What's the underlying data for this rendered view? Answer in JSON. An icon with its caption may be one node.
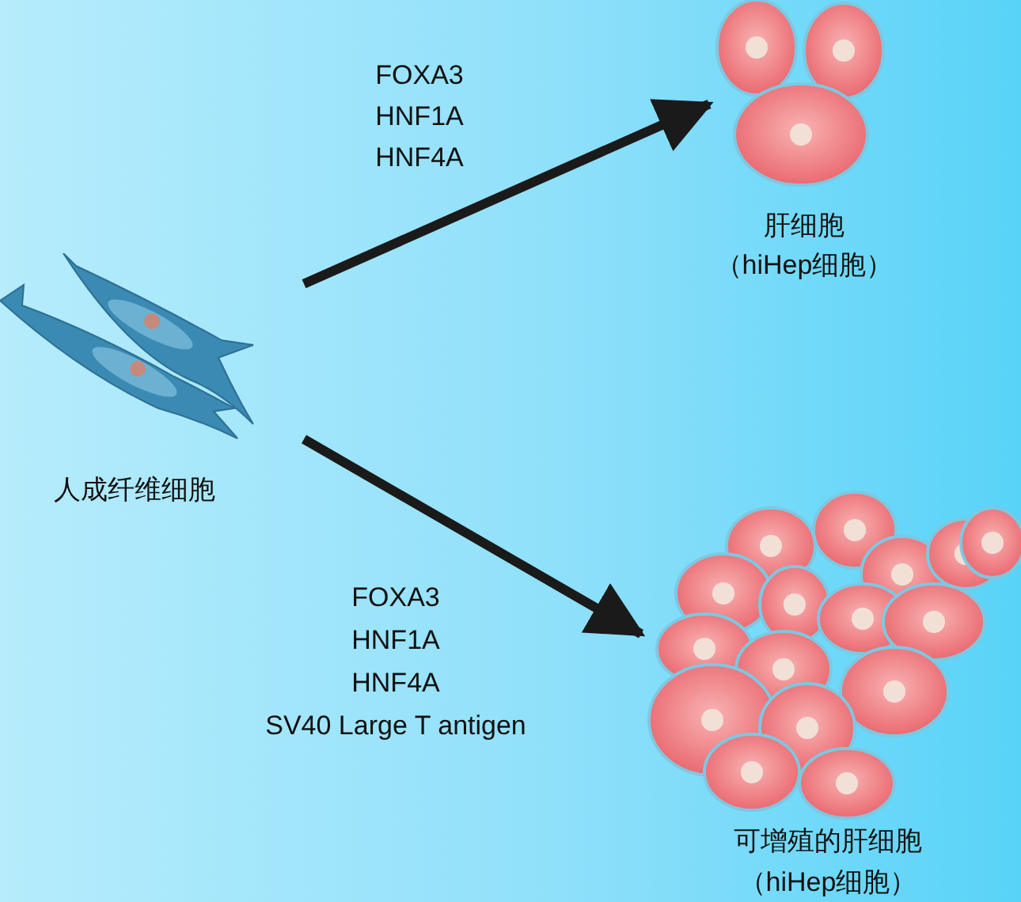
{
  "diagram": {
    "nodes": [
      {
        "text": [],
        "shape": "picture",
        "beside": [
          "人成纤维细胞"
        ]
      },
      {
        "text": [],
        "shape": "picture",
        "beside": [
          "肝细胞",
          "（hiHep细胞）"
        ]
      },
      {
        "text": [],
        "shape": "picture",
        "beside": [
          "可增殖的肝细胞",
          "（hiHep细胞）"
        ]
      }
    ],
    "edges": [
      {
        "from": 0,
        "to": 1,
        "arrow": "to"
      },
      {
        "from": 0,
        "to": 2,
        "arrow": "to"
      }
    ],
    "labels": [
      "FOXA3",
      "HNF1A",
      "HNF4A",
      "FOXA3",
      "HNF1A",
      "HNF4A",
      "SV40 Large T antigen"
    ]
  }
}
